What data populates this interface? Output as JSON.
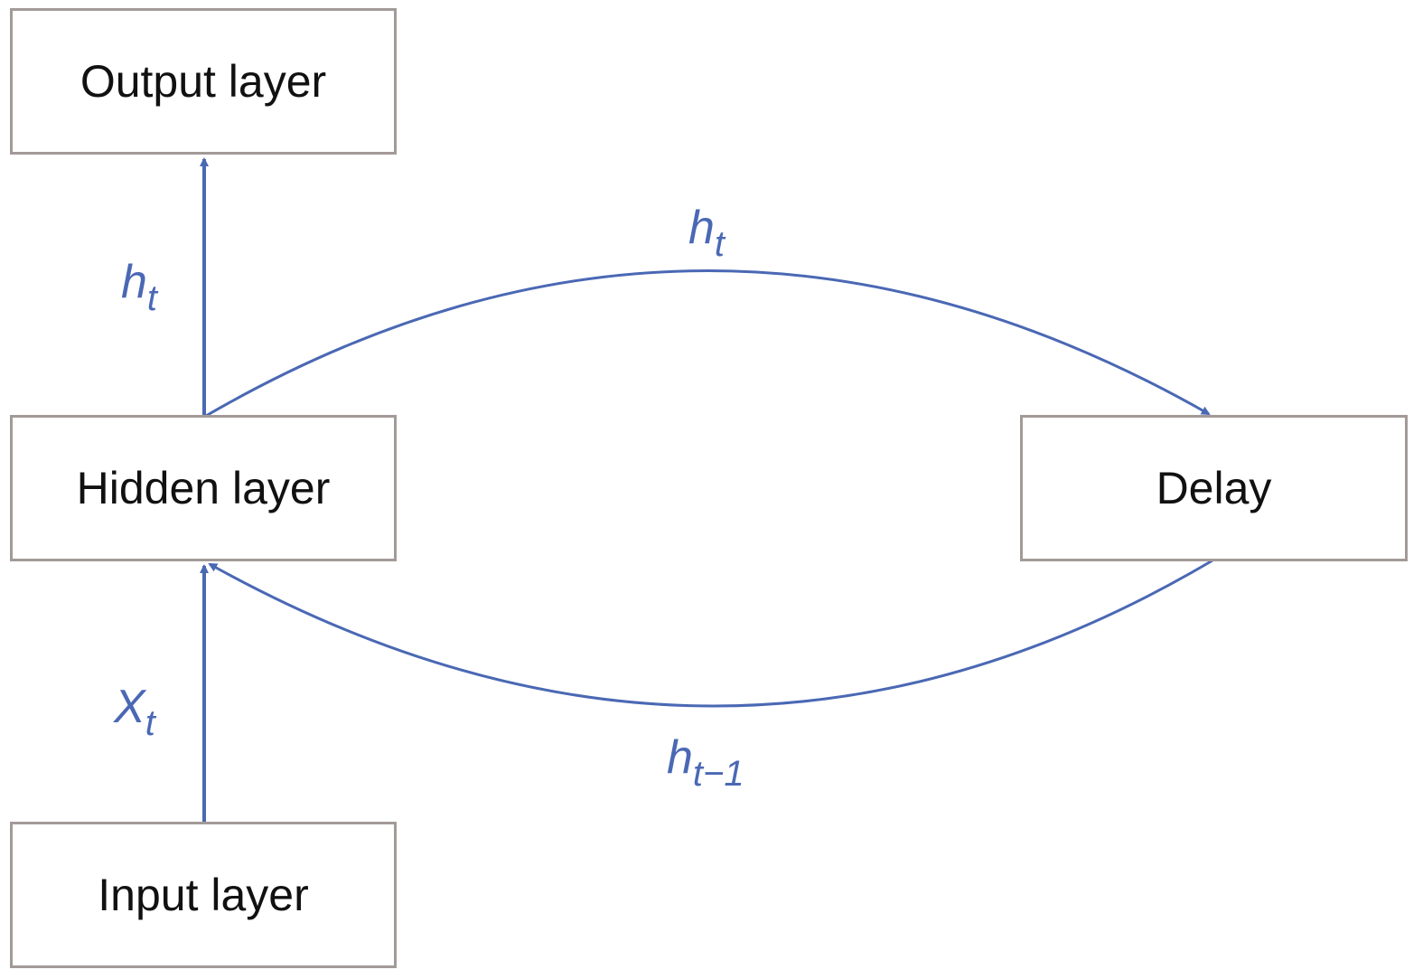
{
  "boxes": {
    "output": "Output layer",
    "hidden": "Hidden layer",
    "input": "Input layer",
    "delay": "Delay"
  },
  "labels": {
    "ht_up": {
      "base": "h",
      "sub": "t"
    },
    "ht_curve": {
      "base": "h",
      "sub": "t"
    },
    "xt": {
      "base": "X",
      "sub": "t"
    },
    "ht_minus": {
      "base": "h",
      "sub": "t−1"
    }
  },
  "colors": {
    "arrow": "#4a68b4",
    "border": "#a39a98"
  }
}
